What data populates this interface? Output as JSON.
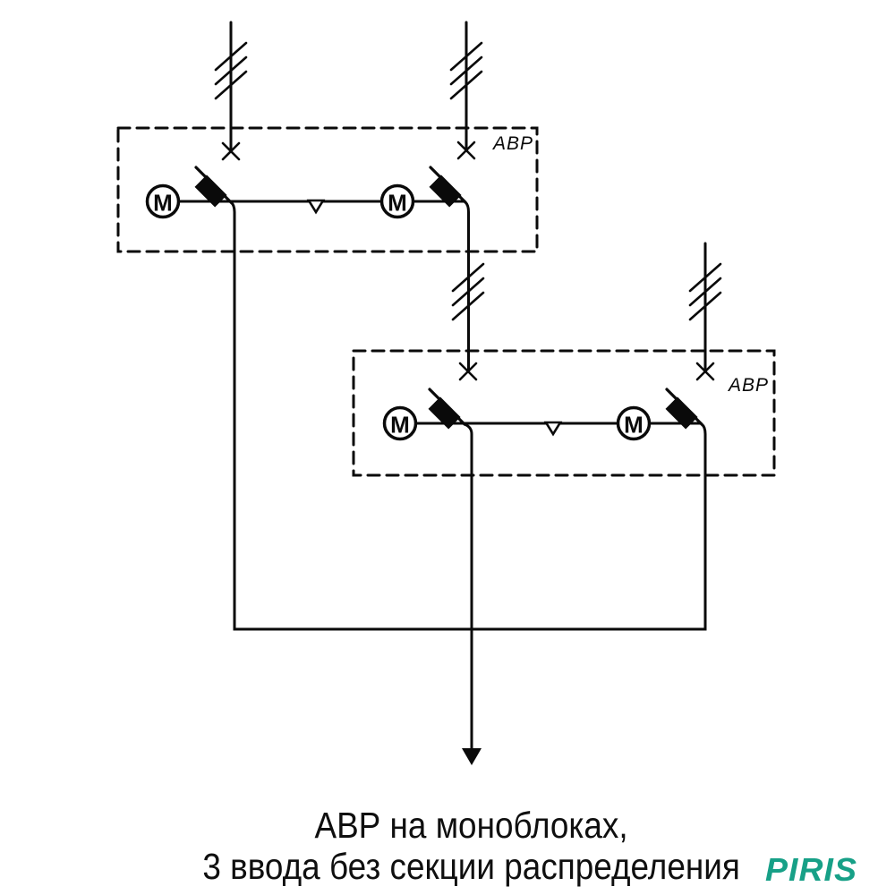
{
  "diagram": {
    "background": "#ffffff",
    "line_color": "#0a0a0a",
    "motor_letter": "М",
    "blocks": [
      {
        "label": "АВР"
      },
      {
        "label": "АВР"
      }
    ],
    "caption": {
      "line1": "АВР на моноблоках,",
      "line2": "3 ввода без секции распределения"
    },
    "brand": {
      "text": "PIRIS",
      "color": "#17A087"
    }
  }
}
